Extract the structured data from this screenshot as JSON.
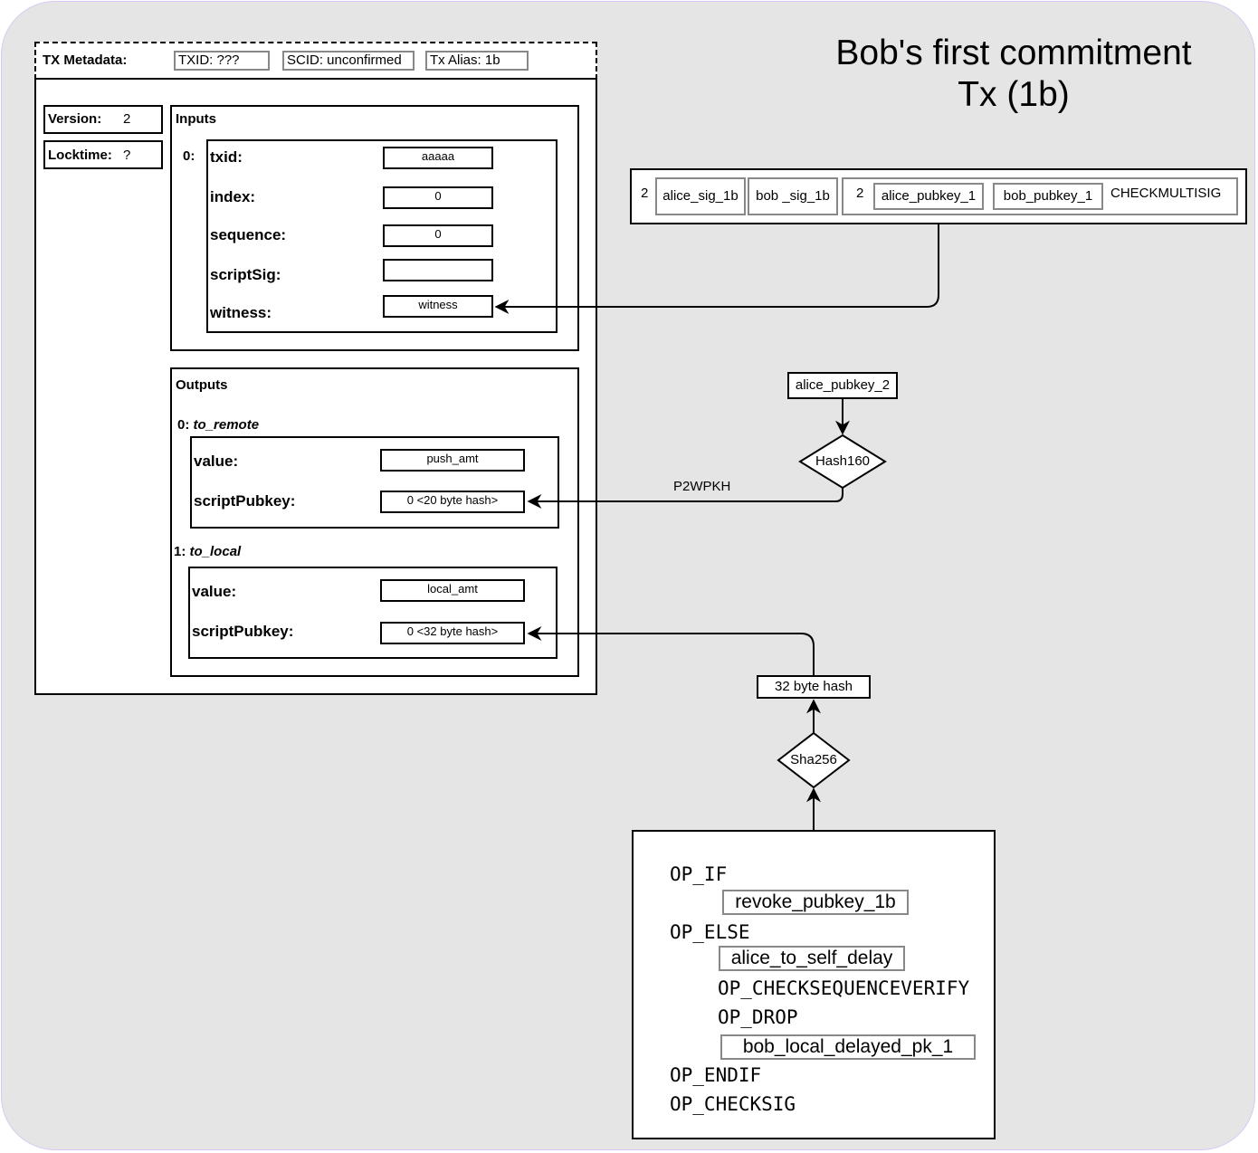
{
  "title": {
    "line1": "Bob's first commitment",
    "line2": "Tx (1b)"
  },
  "metadata": {
    "label": "TX Metadata:",
    "txid": "TXID:  ???",
    "scid": "SCID: unconfirmed",
    "alias": "Tx Alias: 1b"
  },
  "tx": {
    "version_label": "Version:",
    "version_value": "2",
    "locktime_label": "Locktime:",
    "locktime_value": "?",
    "inputs": {
      "heading": "Inputs",
      "index_label": "0:",
      "fields": [
        {
          "label": "txid:",
          "value": "aaaaa"
        },
        {
          "label": "index:",
          "value": "0"
        },
        {
          "label": "sequence:",
          "value": "0"
        },
        {
          "label": "scriptSig:",
          "value": ""
        },
        {
          "label": "witness:",
          "value": "witness"
        }
      ]
    },
    "outputs": {
      "heading": "Outputs",
      "items": [
        {
          "index": "0:",
          "name": "to_remote",
          "value_label": "value:",
          "value": "push_amt",
          "spk_label": "scriptPubkey:",
          "spk": "0 <20 byte hash>"
        },
        {
          "index": "1:",
          "name": "to_local",
          "value_label": "value:",
          "value": "local_amt",
          "spk_label": "scriptPubkey:",
          "spk": "0 <32 byte hash>"
        }
      ]
    }
  },
  "witness_script": {
    "sig_count": "2",
    "sigs": [
      "alice_sig_1b",
      "bob _sig_1b"
    ],
    "key_count": "2",
    "pubkeys": [
      "alice_pubkey_1",
      "bob_pubkey_1"
    ],
    "op": "CHECKMULTISIG"
  },
  "to_remote_flow": {
    "key": "alice_pubkey_2",
    "hash": "Hash160",
    "edge_label": "P2WPKH"
  },
  "to_local_flow": {
    "hash_result": "32 byte hash",
    "hash": "Sha256",
    "script": {
      "op_if": "OP_IF",
      "revoke_key": "revoke_pubkey_1b",
      "op_else": "OP_ELSE",
      "delay": "alice_to_self_delay",
      "op_csv": "OP_CHECKSEQUENCEVERIFY",
      "op_drop": "OP_DROP",
      "delayed_key": "bob_local_delayed_pk_1",
      "op_endif": "OP_ENDIF",
      "op_checksig": "OP_CHECKSIG"
    }
  }
}
